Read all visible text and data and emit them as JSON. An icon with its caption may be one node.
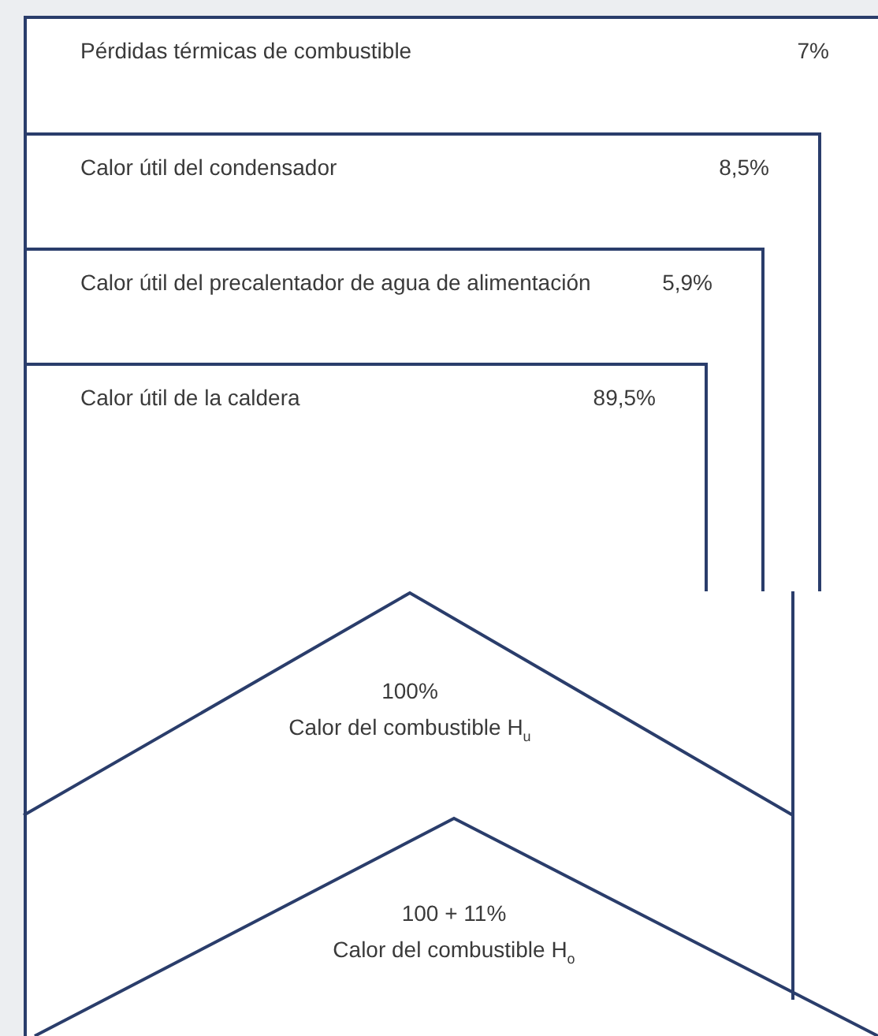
{
  "diagram": {
    "nodes": [
      {
        "text": [
          "Pérdidas térmicas de combustible",
          "7%"
        ]
      },
      {
        "text": [
          "Calor útil del condensador",
          "8,5%"
        ],
        "in": 0
      },
      {
        "text": [
          "Calor útil del precalentador de agua de alimentación",
          "5,9%"
        ],
        "in": 1
      },
      {
        "text": [
          "Calor útil de la caldera",
          "89,5%"
        ],
        "in": 2
      },
      {
        "text": [
          "100%",
          "Calor del combustible H$_{u}$"
        ]
      },
      {
        "text": [
          "100 + 11%",
          "Calor del combustible H$_{o}$"
        ]
      }
    ]
  }
}
